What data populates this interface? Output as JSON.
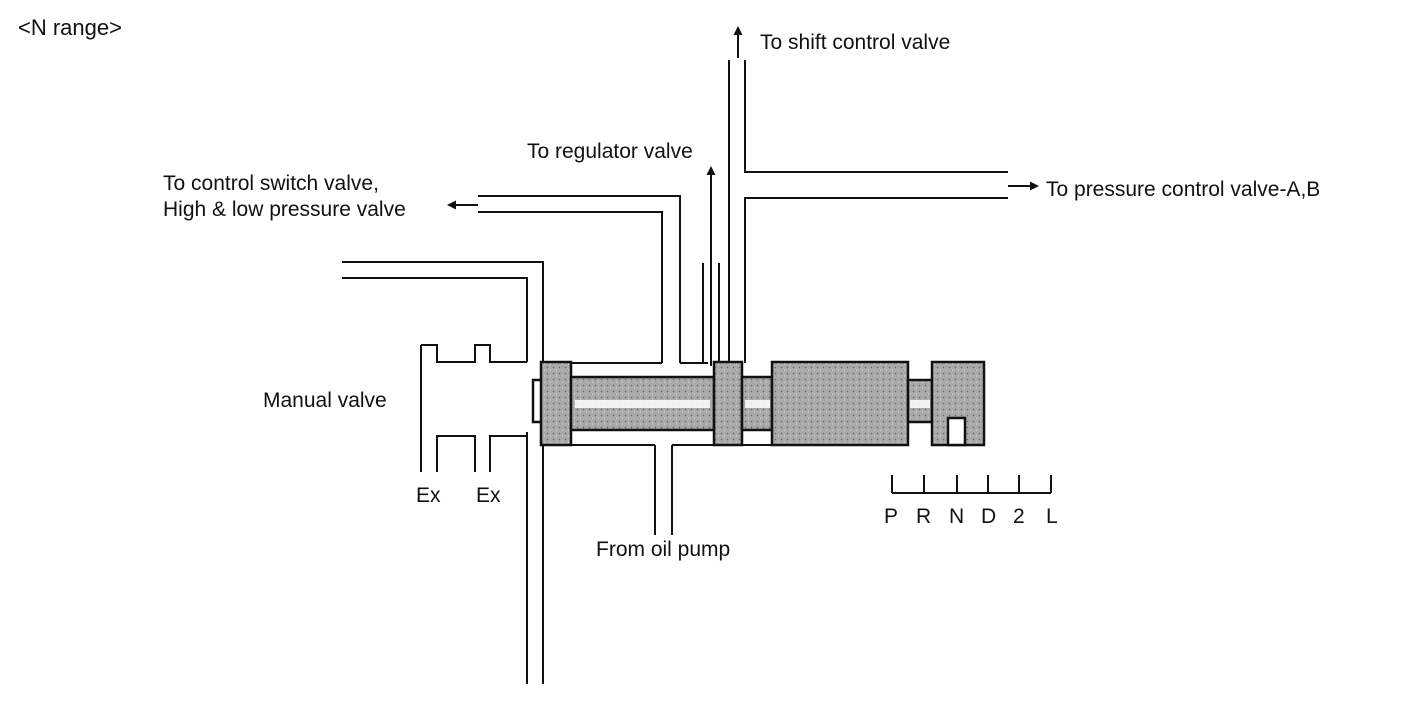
{
  "diagram": {
    "title": "<N range>",
    "component_label": "Manual valve",
    "ports": {
      "shift_control": "To shift control valve",
      "regulator": "To regulator valve",
      "control_switch": "To control switch valve,\nHigh & low pressure valve",
      "pressure_control": "To pressure control valve-A,B",
      "oil_pump": "From oil pump",
      "exhaust_1": "Ex",
      "exhaust_2": "Ex"
    },
    "gear_positions": [
      "P",
      "R",
      "N",
      "D",
      "2",
      "L"
    ],
    "selected_position": "N"
  },
  "colors": {
    "line": "#111111",
    "spool_fill": "#a0a0a0",
    "background": "#ffffff"
  }
}
